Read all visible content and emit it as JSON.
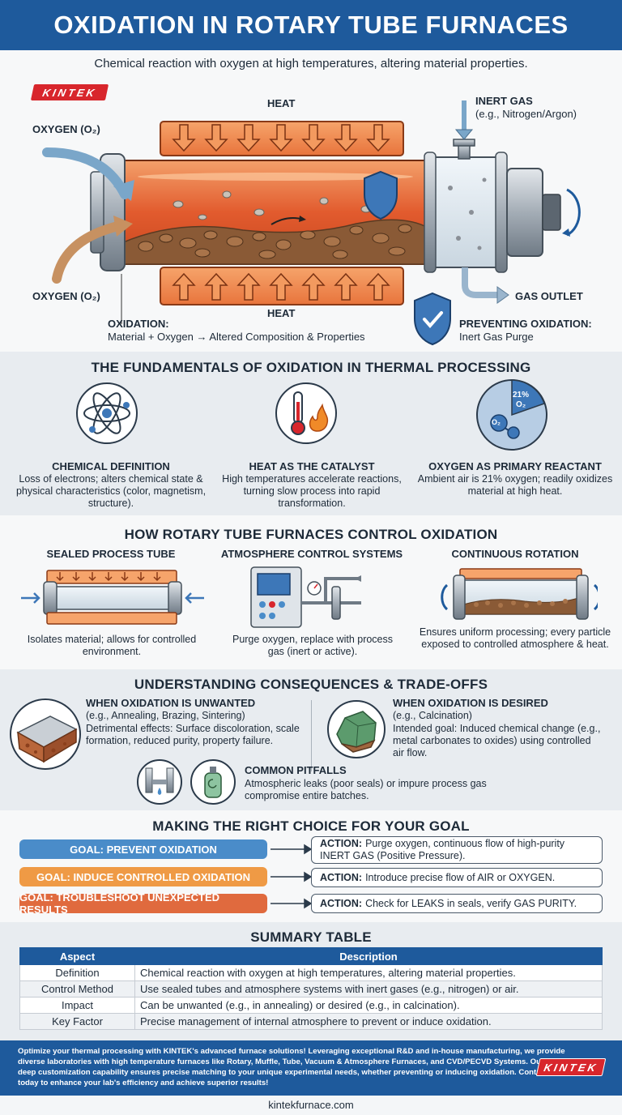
{
  "header": {
    "title": "OXIDATION IN ROTARY TUBE FURNACES"
  },
  "hero": {
    "subtitle": "Chemical reaction with oxygen at high temperatures, altering material properties.",
    "logo": "KINTEK",
    "heat_top": "HEAT",
    "heat_bottom": "HEAT",
    "oxygen_top": "OXYGEN (O₂)",
    "oxygen_bottom": "OXYGEN (O₂)",
    "inert_gas_title": "INERT GAS",
    "inert_gas_sub": "(e.g., Nitrogen/Argon)",
    "gas_outlet": "GAS OUTLET",
    "oxidation_title": "OXIDATION:",
    "oxidation_text": "Material + Oxygen → Altered Composition & Properties",
    "preventing_title": "PREVENTING OXIDATION:",
    "preventing_text": "Inert Gas Purge"
  },
  "fundamentals": {
    "title": "THE FUNDAMENTALS OF OXIDATION IN THERMAL PROCESSING",
    "o2_badge_pct": "21%",
    "o2_badge_formula": "O₂",
    "o2_molecule": "O₂",
    "cards": [
      {
        "title": "CHEMICAL DEFINITION",
        "text": "Loss of electrons; alters chemical state & physical characteristics (color, magnetism, structure)."
      },
      {
        "title": "HEAT AS THE CATALYST",
        "text": "High temperatures accelerate reactions, turning slow process into rapid transformation."
      },
      {
        "title": "OXYGEN AS PRIMARY REACTANT",
        "text": "Ambient air is 21% oxygen; readily oxidizes material at high heat."
      }
    ]
  },
  "control": {
    "title": "HOW ROTARY TUBE FURNACES CONTROL OXIDATION",
    "cards": [
      {
        "title": "SEALED PROCESS TUBE",
        "text": "Isolates material; allows for controlled environment."
      },
      {
        "title": "ATMOSPHERE CONTROL SYSTEMS",
        "text": "Purge oxygen, replace with process gas (inert or active)."
      },
      {
        "title": "CONTINUOUS ROTATION",
        "text": "Ensures uniform processing; every particle exposed to controlled atmosphere & heat."
      }
    ]
  },
  "consequences": {
    "title": "UNDERSTANDING CONSEQUENCES & TRADE-OFFS",
    "unwanted": {
      "title": "WHEN OXIDATION IS UNWANTED",
      "sub": "(e.g., Annealing, Brazing, Sintering)",
      "text": "Detrimental effects: Surface discoloration, scale formation, reduced purity, property failure."
    },
    "desired": {
      "title": "WHEN OXIDATION IS DESIRED",
      "sub": "(e.g., Calcination)",
      "text": "Intended goal: Induced chemical change (e.g., metal carbonates to oxides) using controlled air flow."
    },
    "pitfalls": {
      "title": "COMMON PITFALLS",
      "text": "Atmospheric leaks (poor seals) or impure process gas compromise entire batches."
    }
  },
  "choice": {
    "title": "MAKING THE RIGHT CHOICE FOR YOUR GOAL",
    "rows": [
      {
        "goal": "GOAL: PREVENT OXIDATION",
        "color": "#4a8cc9",
        "action_label": "ACTION:",
        "action_text": "Purge oxygen, continuous flow of high-purity INERT GAS (Positive Pressure)."
      },
      {
        "goal": "GOAL: INDUCE CONTROLLED OXIDATION",
        "color": "#ef9a45",
        "action_label": "ACTION:",
        "action_text": "Introduce precise flow of AIR or OXYGEN."
      },
      {
        "goal": "GOAL: TROUBLESHOOT UNEXPECTED RESULTS",
        "color": "#e06a3e",
        "action_label": "ACTION:",
        "action_text": "Check for LEAKS in seals, verify GAS PURITY."
      }
    ]
  },
  "summary": {
    "title": "SUMMARY TABLE",
    "headers": [
      "Aspect",
      "Description"
    ],
    "rows": [
      {
        "aspect": "Definition",
        "description": "Chemical reaction with oxygen at high temperatures, altering material properties."
      },
      {
        "aspect": "Control Method",
        "description": "Use sealed tubes and atmosphere systems with inert gases (e.g., nitrogen) or air."
      },
      {
        "aspect": "Impact",
        "description": "Can be unwanted (e.g., in annealing) or desired (e.g., in calcination)."
      },
      {
        "aspect": "Key Factor",
        "description": "Precise management of internal atmosphere to prevent or induce oxidation."
      }
    ]
  },
  "footer": {
    "text": "Optimize your thermal processing with KINTEK's advanced furnace solutions! Leveraging exceptional R&D and in-house manufacturing, we provide diverse laboratories with high temperature furnaces like Rotary, Muffle, Tube, Vacuum & Atmosphere Furnaces, and CVD/PECVD Systems. Our strong deep customization capability ensures precise matching to your unique experimental needs, whether preventing or inducing oxidation. Contact us today to enhance your lab's efficiency and achieve superior results!",
    "logo": "KINTEK",
    "url": "kintekfurnace.com"
  },
  "colors": {
    "primary": "#1e5a9c",
    "brand_red": "#d8262c",
    "heat_orange": "#f08a4b",
    "section_gray": "#e8ecf0"
  }
}
